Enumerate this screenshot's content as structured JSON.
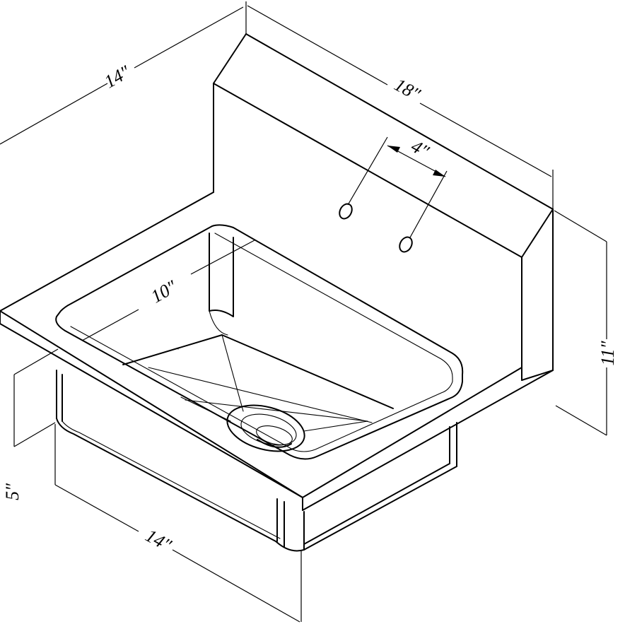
{
  "dimensions": {
    "top_depth": "14″",
    "top_width": "18″",
    "faucet_spacing": "4″",
    "bowl_width": "10″",
    "backsplash_height": "11″",
    "bowl_depth": "5″",
    "bottom_width": "14″"
  }
}
